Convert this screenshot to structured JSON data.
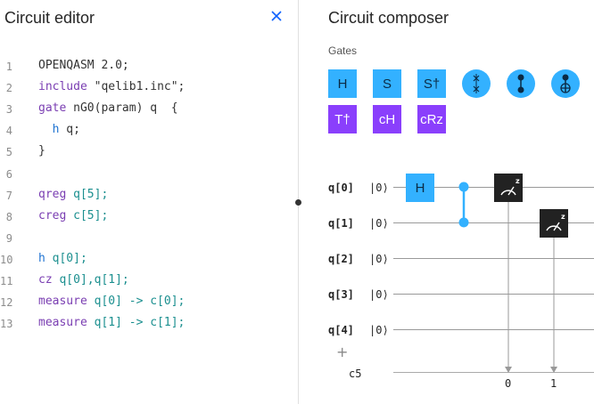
{
  "editor": {
    "title": "Circuit editor",
    "lines": [
      {
        "num": "1",
        "parts": [
          {
            "t": "OPENQASM 2.0;",
            "c": ""
          }
        ]
      },
      {
        "num": "2",
        "parts": [
          {
            "t": "include",
            "c": "kw"
          },
          {
            "t": " \"qelib1.inc\";",
            "c": "str"
          }
        ]
      },
      {
        "num": "3",
        "parts": [
          {
            "t": "gate",
            "c": "kw"
          },
          {
            "t": " nG0(param) q  {",
            "c": ""
          }
        ]
      },
      {
        "num": "4",
        "parts": [
          {
            "t": "  h",
            "c": "gatecall"
          },
          {
            "t": " q;",
            "c": ""
          }
        ]
      },
      {
        "num": "5",
        "parts": [
          {
            "t": "}",
            "c": ""
          }
        ]
      },
      {
        "num": "6",
        "parts": []
      },
      {
        "num": "7",
        "parts": [
          {
            "t": "qreg",
            "c": "kw"
          },
          {
            "t": " q[5];",
            "c": "reg"
          }
        ]
      },
      {
        "num": "8",
        "parts": [
          {
            "t": "creg",
            "c": "kw"
          },
          {
            "t": " c[5];",
            "c": "reg"
          }
        ]
      },
      {
        "num": "9",
        "parts": []
      },
      {
        "num": "10",
        "parts": [
          {
            "t": "h",
            "c": "gatecall"
          },
          {
            "t": " q[0];",
            "c": "reg"
          }
        ]
      },
      {
        "num": "11",
        "parts": [
          {
            "t": "cz",
            "c": "kw"
          },
          {
            "t": " q[0],q[1];",
            "c": "reg"
          }
        ]
      },
      {
        "num": "12",
        "parts": [
          {
            "t": "measure",
            "c": "kw"
          },
          {
            "t": " q[0] -> c[0];",
            "c": "reg"
          }
        ]
      },
      {
        "num": "13",
        "parts": [
          {
            "t": "measure",
            "c": "kw"
          },
          {
            "t": " q[1] -> c[1];",
            "c": "reg"
          }
        ]
      }
    ]
  },
  "composer": {
    "title": "Circuit composer",
    "gates_label": "Gates",
    "gates_row1": [
      {
        "label": "H",
        "icon": "h-gate"
      },
      {
        "label": "S",
        "icon": "s-gate"
      },
      {
        "label": "S†",
        "icon": "sdg-gate"
      },
      {
        "label": "",
        "icon": "swap-gate-icon"
      },
      {
        "label": "",
        "icon": "cz-gate-icon"
      },
      {
        "label": "",
        "icon": "cnot-gate-icon"
      }
    ],
    "gates_row2": [
      {
        "label": "T†",
        "icon": "tdg-gate"
      },
      {
        "label": "cH",
        "icon": "ch-gate"
      },
      {
        "label": "cRz",
        "icon": "crz-gate"
      }
    ],
    "qubits": [
      "q[0]",
      "q[1]",
      "q[2]",
      "q[3]",
      "q[4]"
    ],
    "ket": "|0⟩",
    "classical_register": "c5",
    "placed_gate": "H",
    "measure_bits": [
      "0",
      "1"
    ],
    "add_icon": "+",
    "accent_colors": {
      "blue_gate": "#33b1ff",
      "purple_gate": "#8a3ffc",
      "measure": "#222222"
    }
  }
}
